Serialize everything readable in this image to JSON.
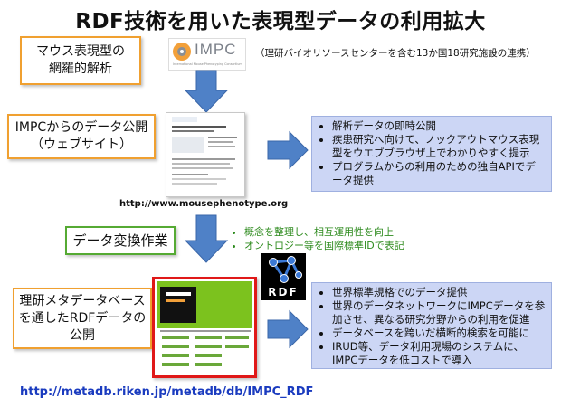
{
  "title": "RDF技術を用いた表現型データの利用拡大",
  "step1": {
    "line1": "マウス表現型の",
    "line2": "網羅的解析"
  },
  "impc_logo": {
    "text": "IMPC",
    "tagline": "International Mouse Phenotyping Consortium"
  },
  "collaboration_note": "（理研バイオリソースセンターを含む13か国18研究施設の連携）",
  "step2": {
    "line1": "IMPCからのデータ公開",
    "line2": "（ウェブサイト）"
  },
  "website_url": "http://www.mousephenotype.org",
  "step2_points": [
    "解析データの即時公開",
    "疾患研究へ向けて、ノックアウトマウス表現型をウエブブラウザ上でわかりやすく提示",
    "プログラムからの利用のための独自APIでデータ提供"
  ],
  "step3": {
    "label": "データ変換作業"
  },
  "step3_points": [
    "概念を整理し、相互運用性を向上",
    "オントロジー等を国際標準IDで表記"
  ],
  "rdf_logo": {
    "text": "RDF"
  },
  "step4": {
    "line1": "理研メタデータベース",
    "line2": "を通したRDFデータの",
    "line3": "公開"
  },
  "step4_points": [
    "世界標準規格でのデータ提供",
    "世界のデータネットワークにIMPCデータを参加させ、異なる研究分野からの利用を促進",
    "データベースを跨いだ横断的検索を可能に",
    "IRUD等、データ利用現場のシステムに、IMPCデータを低コストで導入"
  ],
  "metadb_url": "http://metadb.riken.jp/metadb/db/IMPC_RDF",
  "colors": {
    "orange_border": "#f0a030",
    "green_border": "#55aa33",
    "blue_box": "#ccd6f5",
    "arrow_blue": "#4f81c7",
    "url_blue": "#1a3bbf",
    "red_frame": "#e01818",
    "green_text": "#2e8b1e"
  }
}
